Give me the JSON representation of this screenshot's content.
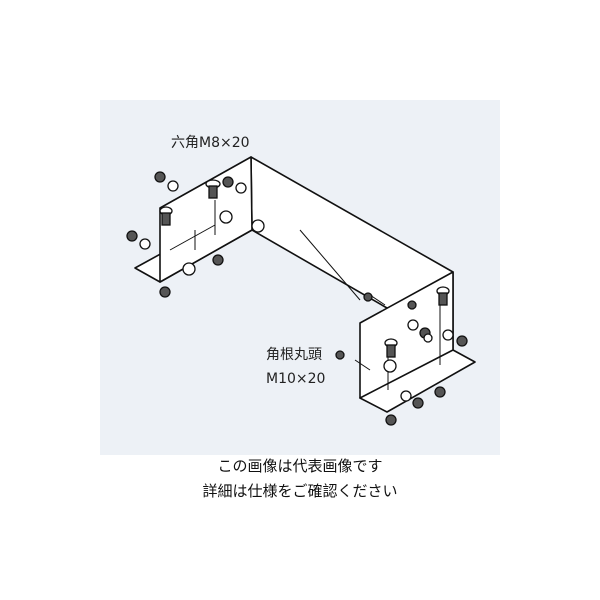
{
  "diagram": {
    "labels": {
      "hex_bolt": "六角M8×20",
      "carriage_bolt_name": "角根丸頭",
      "carriage_bolt_size": "M10×20"
    }
  },
  "caption": {
    "line1": "この画像は代表画像です",
    "line2": "詳細は仕様をご確認ください"
  }
}
